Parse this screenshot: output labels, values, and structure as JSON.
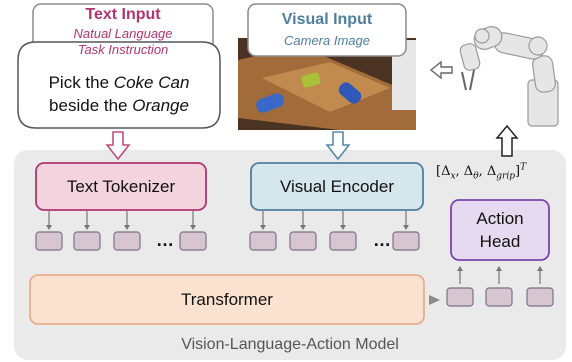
{
  "text_input": {
    "title": "Text Input",
    "subtitle_1": "Natual Language",
    "subtitle_2": "Task Instruction",
    "instruction_1a": "Pick the ",
    "instruction_1b": "Coke Can",
    "instruction_2a": "beside the ",
    "instruction_2b": "Orange"
  },
  "visual_input": {
    "title": "Visual Input",
    "subtitle": "Camera Image"
  },
  "action_label": "[Δ_x, Δ_θ, Δ_grip]^T",
  "modules": {
    "text_tokenizer": "Text Tokenizer",
    "visual_encoder": "Visual Encoder",
    "action_head_1": "Action",
    "action_head_2": "Head",
    "transformer": "Transformer"
  },
  "token_ellipsis": "…",
  "model_name": "Vision-Language-Action Model",
  "colors": {
    "text_accent": "#b03570",
    "visual_accent": "#4f7fa0",
    "action_accent": "#7a44a8",
    "transformer_fill": "#fbe2d0",
    "transformer_border": "#e6a880",
    "panel_bg": "#eaeaea",
    "token_fill": "#d7c6d0",
    "token_border": "#7a7288"
  }
}
